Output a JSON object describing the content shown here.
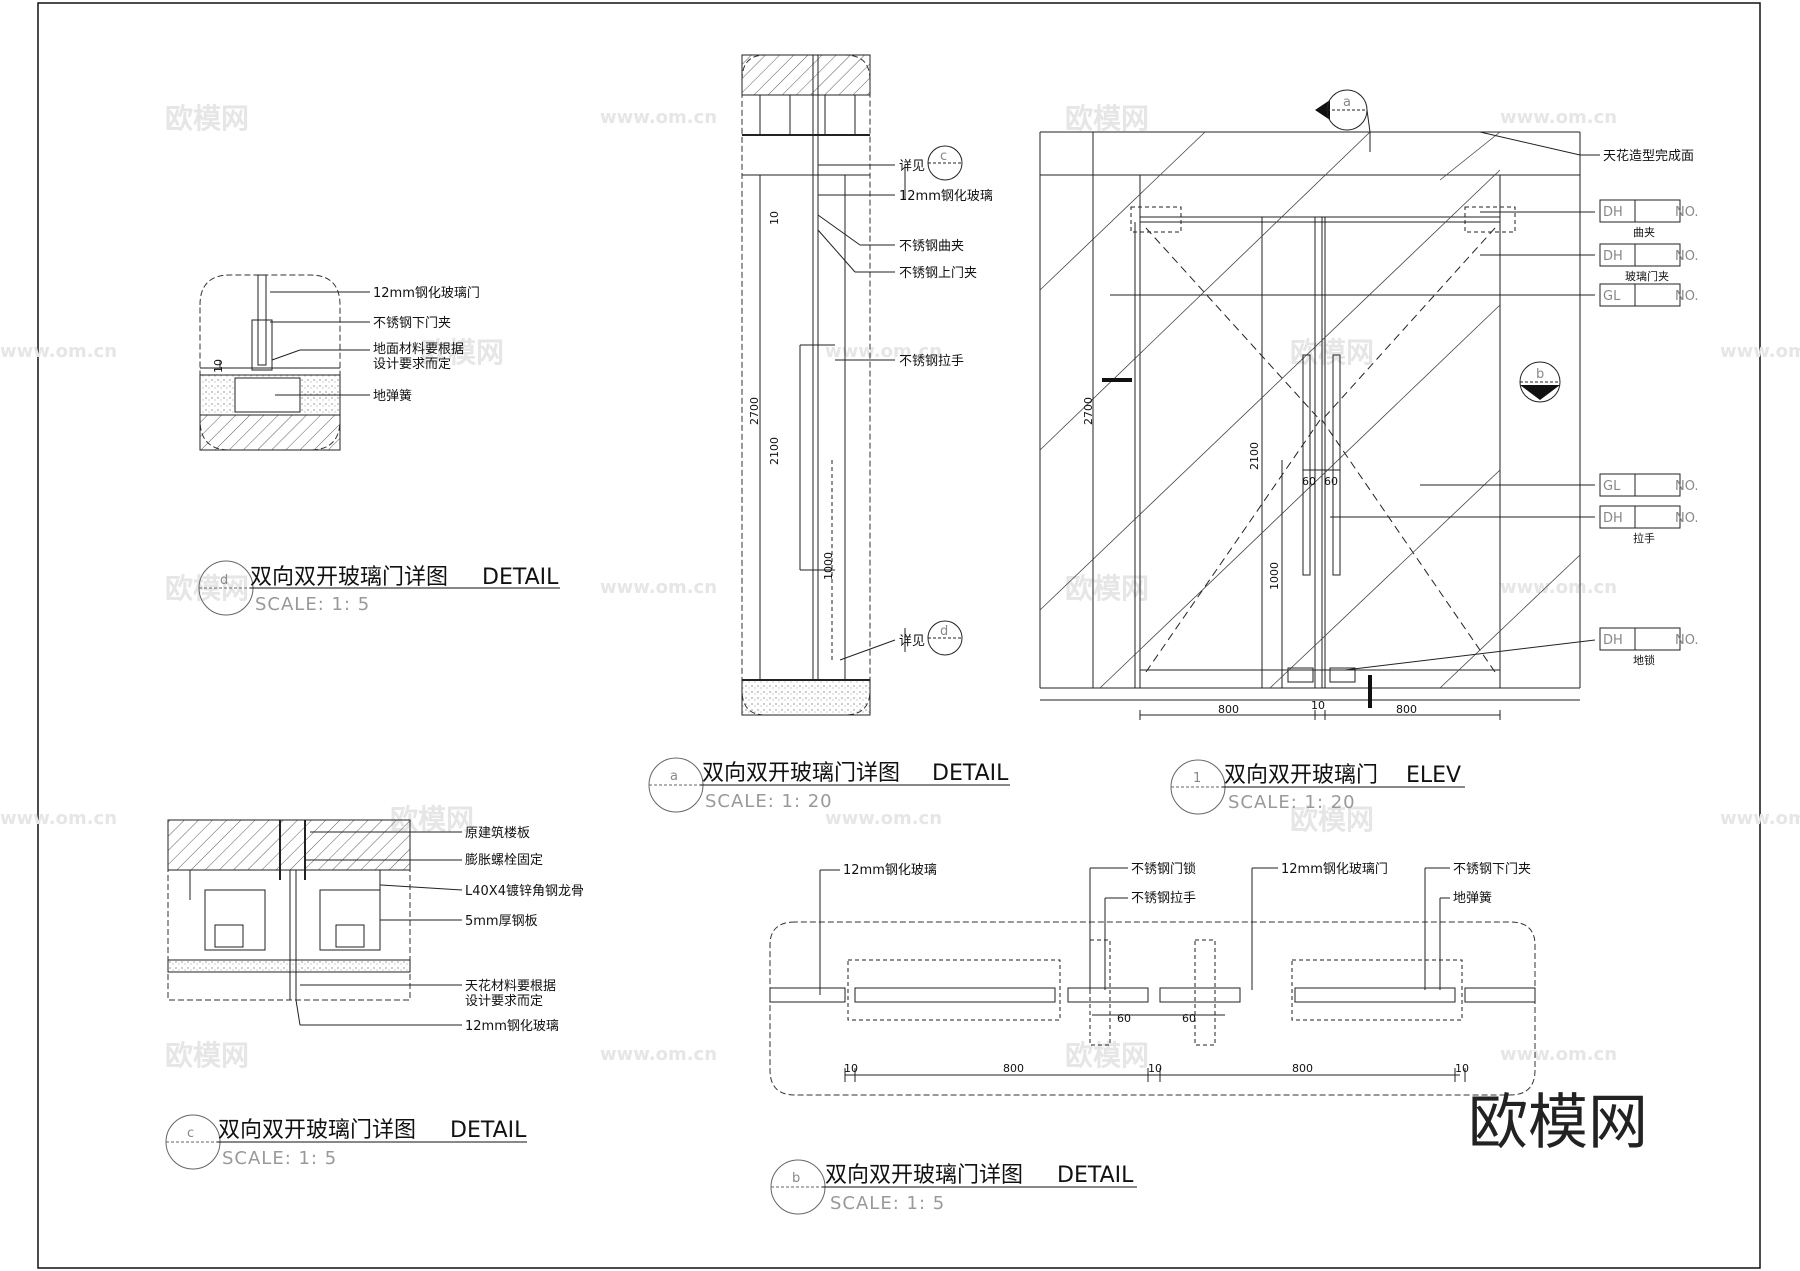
{
  "watermarks": {
    "brand": "欧模网",
    "url": "www.om.cn"
  },
  "brand_logo": "欧模网",
  "detail_d": {
    "tag": "d",
    "title": "双向双开玻璃门详图",
    "title_suffix": "DETAIL",
    "scale": "SCALE: 1: 5",
    "labels": [
      "12mm钢化玻璃门",
      "不锈钢下门夹",
      "地面材料要根据",
      "设计要求而定",
      "地弹簧"
    ],
    "dim": "10"
  },
  "detail_a": {
    "tag": "a",
    "title": "双向双开玻璃门详图",
    "title_suffix": "DETAIL",
    "scale": "SCALE: 1: 20",
    "labels": [
      "详见",
      "12mm钢化玻璃",
      "不锈钢曲夹",
      "不锈钢上门夹",
      "不锈钢拉手",
      "详见"
    ],
    "ref_top": "c",
    "ref_bottom": "d",
    "dims": [
      "10",
      "2700",
      "2100",
      "1000"
    ]
  },
  "elev_1": {
    "tag": "1",
    "title": "双向双开玻璃门",
    "title_suffix": "ELEV",
    "scale": "SCALE: 1: 20",
    "section_a": "a",
    "section_b": "b",
    "ceiling_label": "天花造型完成面",
    "callouts": [
      {
        "code": "DH",
        "no": "NO.",
        "caption": "曲夹"
      },
      {
        "code": "DH",
        "no": "NO.",
        "caption": "玻璃门夹"
      },
      {
        "code": "GL",
        "no": "NO.",
        "caption": ""
      },
      {
        "code": "GL",
        "no": "NO.",
        "caption": ""
      },
      {
        "code": "DH",
        "no": "NO.",
        "caption": "拉手"
      },
      {
        "code": "DH",
        "no": "NO.",
        "caption": "地锁"
      }
    ],
    "dims": [
      "2700",
      "2100",
      "1000",
      "60",
      "60",
      "800",
      "10",
      "800"
    ]
  },
  "detail_c": {
    "tag": "c",
    "title": "双向双开玻璃门详图",
    "title_suffix": "DETAIL",
    "scale": "SCALE: 1: 5",
    "labels": [
      "原建筑楼板",
      "膨胀螺栓固定",
      "L40X4镀锌角钢龙骨",
      "5mm厚钢板",
      "天花材料要根据",
      "设计要求而定",
      "12mm钢化玻璃"
    ]
  },
  "detail_b": {
    "tag": "b",
    "title": "双向双开玻璃门详图",
    "title_suffix": "DETAIL",
    "scale": "SCALE: 1: 5",
    "labels": [
      "12mm钢化玻璃",
      "不锈钢门锁",
      "不锈钢拉手",
      "12mm钢化玻璃门",
      "不锈钢下门夹",
      "地弹簧"
    ],
    "dims": [
      "60",
      "60",
      "10",
      "800",
      "10",
      "800",
      "10"
    ]
  }
}
